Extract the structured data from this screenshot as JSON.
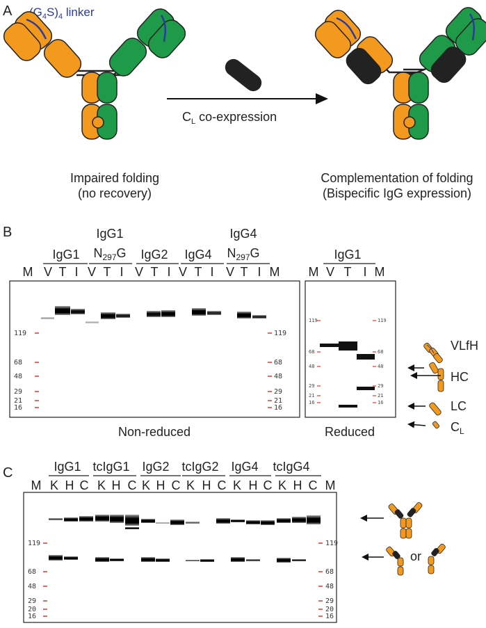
{
  "colors": {
    "orange": "#f39a1e",
    "green": "#1f9a48",
    "black": "#222222",
    "linker": "#2b3c9a",
    "marker_tick": "#d63a2f"
  },
  "panel_a": {
    "letter": "A",
    "linker_label": "(G4S)4 linker",
    "arrow_label": "CL co-expression",
    "left_caption": [
      "Impaired folding",
      "(no recovery)"
    ],
    "right_caption": [
      "Complementation of folding",
      "(Bispecific IgG expression)"
    ]
  },
  "panel_b": {
    "letter": "B",
    "nonreduced": {
      "groups": [
        "IgG1",
        "IgG1 N297G",
        "IgG2",
        "IgG4",
        "IgG4 N297G"
      ],
      "lanes": [
        "M",
        "V",
        "T",
        "I",
        "V",
        "T",
        "I",
        "V",
        "T",
        "I",
        "V",
        "T",
        "I",
        "V",
        "T",
        "I",
        "M"
      ],
      "markers": [
        "119",
        "68",
        "48",
        "29",
        "21",
        "16"
      ],
      "caption": "Non-reduced"
    },
    "reduced": {
      "group": "IgG1",
      "lanes": [
        "M",
        "V",
        "T",
        "I",
        "M"
      ],
      "markers": [
        "119",
        "68",
        "48",
        "29",
        "21",
        "16"
      ],
      "caption": "Reduced"
    },
    "legend": [
      "VLfH",
      "HC",
      "LC",
      "CL"
    ]
  },
  "panel_c": {
    "letter": "C",
    "groups": [
      "IgG1",
      "tcIgG1",
      "IgG2",
      "tcIgG2",
      "IgG4",
      "tcIgG4"
    ],
    "lanes": [
      "M",
      "K",
      "H",
      "C",
      "K",
      "H",
      "C",
      "K",
      "H",
      "C",
      "K",
      "H",
      "C",
      "K",
      "H",
      "C",
      "K",
      "H",
      "C",
      "M"
    ],
    "markers": [
      "119",
      "68",
      "48",
      "29",
      "20",
      "16"
    ],
    "legend_or": "or"
  }
}
